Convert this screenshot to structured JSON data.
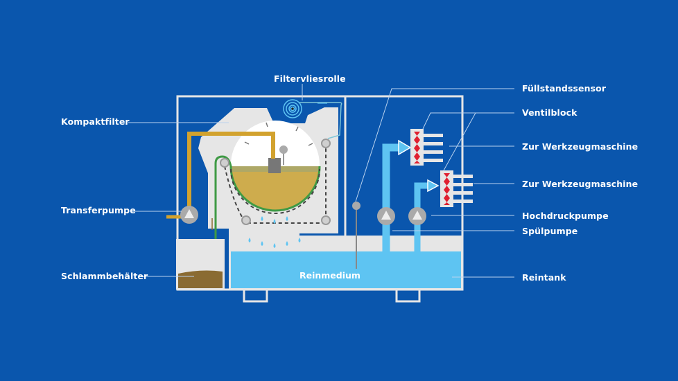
{
  "diagram": {
    "title": "Kompaktfilter-Anlage mit Reintank",
    "colors": {
      "background": "#0a56ad",
      "housing": "#e6e6e6",
      "clean_medium": "#5ec4f2",
      "dirty_medium": "#d2a22e",
      "sludge": "#8a6b32",
      "filter_fleece": "#3f9a45",
      "pump": "#aaaaaa",
      "valve": "#e02030"
    },
    "labels": {
      "filtervliesrolle": "Filtervliesrolle",
      "kompaktfilter": "Kompaktfilter",
      "transferpumpe": "Transferpumpe",
      "schlammbehaelter": "Schlammbehälter",
      "fuellstandssensor": "Füllstandssensor",
      "ventilblock": "Ventilblock",
      "werkzeugmaschine_1": "Zur Werkzeugmaschine",
      "werkzeugmaschine_2": "Zur Werkzeugmaschine",
      "hochdruckpumpe": "Hochdruckpumpe",
      "spuelpumpe": "Spülpumpe",
      "reintank": "Reintank",
      "reinmedium": "Reinmedium"
    }
  }
}
